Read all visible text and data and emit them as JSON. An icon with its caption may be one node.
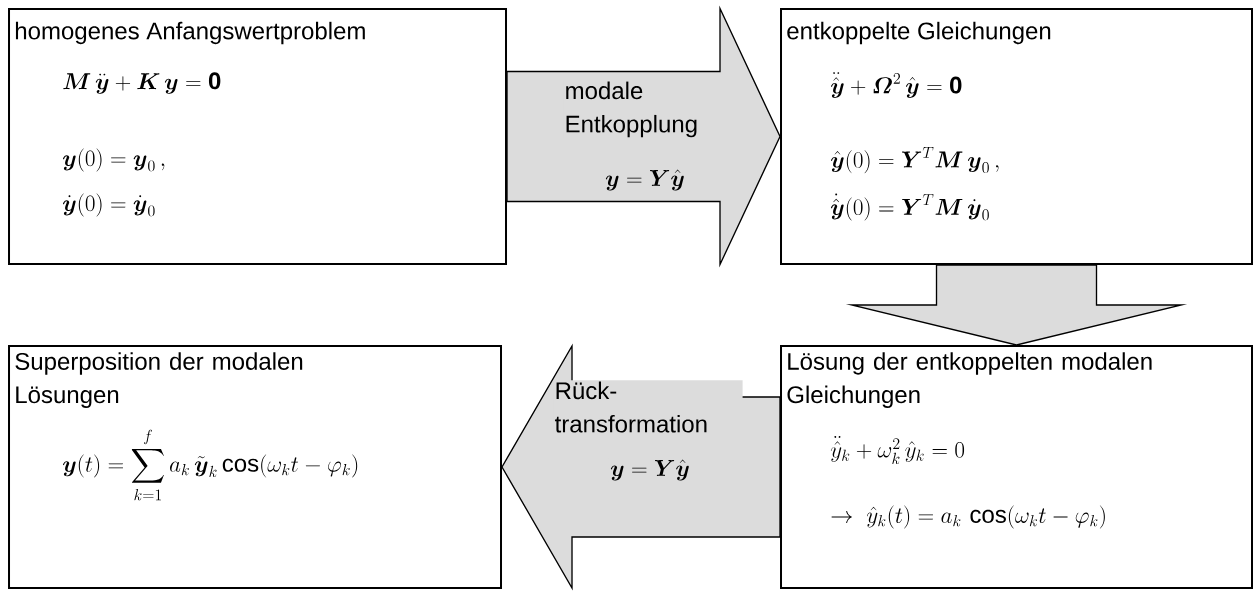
{
  "diagram": {
    "nodes": [
      {
        "text": [
          "homogenes Anfangswertproblem",
          "\\boldsymbol{M}\\,\\ddot{\\boldsymbol{y}} + \\boldsymbol{K}\\,\\boldsymbol{y} = \\mathbf{0}",
          "\\boldsymbol{y}(0) = \\boldsymbol{y}_0\\,,",
          "\\dot{\\boldsymbol{y}}(0) = \\dot{\\boldsymbol{y}}_0"
        ]
      },
      {
        "text": [
          "entkoppelte Gleichungen",
          "\\ddot{\\hat{\\boldsymbol{y}}} + \\boldsymbol{\\varOmega}^2\\,\\hat{\\boldsymbol{y}} = \\mathbf{0}",
          "\\hat{\\boldsymbol{y}}(0) = \\boldsymbol{Y}^T\\boldsymbol{M}\\,\\boldsymbol{y}_0\\,,",
          "\\dot{\\hat{\\boldsymbol{y}}}(0) = \\boldsymbol{Y}^T\\boldsymbol{M}\\,\\dot{\\boldsymbol{y}}_0"
        ]
      },
      {
        "text": [
          "Lösung der entkoppelten modalen Gleichungen",
          "\\ddot{\\hat{y}}_k + \\omega_k^2\\,\\hat{y}_k = 0",
          "\\rightarrow\\ \\hat{y}_k(t) = a_k\\,\\cos(\\omega_k t - \\varphi_k)"
        ]
      },
      {
        "text": [
          "Superposition der modalen Lösungen",
          "\\boldsymbol{y}(t) = \\sum_{k=1}^{f} a_k\\,\\tilde{\\boldsymbol{y}}_k\\cos(\\omega_k t - \\varphi_k)"
        ]
      }
    ],
    "edges": [
      {
        "from": 0,
        "to": 1,
        "arrow": "to",
        "label": "modale Entkopplung"
      },
      {
        "from": 1,
        "to": 2,
        "arrow": "to"
      },
      {
        "from": 2,
        "to": 3,
        "arrow": "to",
        "label": "Rück- transformation"
      }
    ],
    "labels": [
      "\\boldsymbol{y} = \\boldsymbol{Y}\\hat{\\boldsymbol{y}}",
      "\\boldsymbol{y} = \\boldsymbol{Y}\\hat{\\boldsymbol{y}}"
    ]
  }
}
